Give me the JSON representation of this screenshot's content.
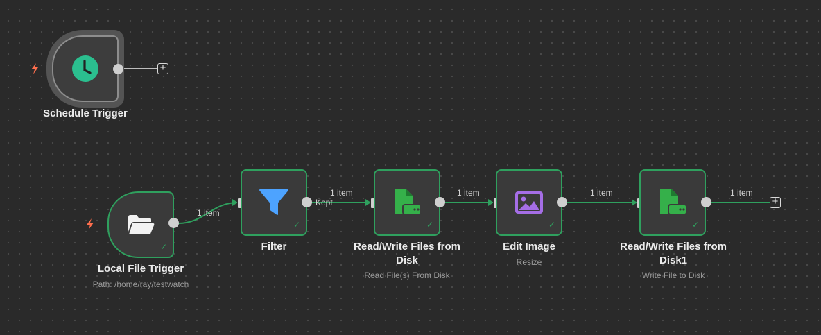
{
  "nodes": {
    "schedule": {
      "title": "Schedule Trigger"
    },
    "local": {
      "title": "Local File Trigger",
      "subtitle": "Path: /home/ray/testwatch"
    },
    "filter": {
      "title": "Filter"
    },
    "read": {
      "title": "Read/Write Files from Disk",
      "subtitle": "Read File(s) From Disk"
    },
    "edit": {
      "title": "Edit Image",
      "subtitle": "Resize"
    },
    "write": {
      "title": "Read/Write Files from Disk1",
      "subtitle": "Write File to Disk"
    }
  },
  "edges": {
    "local_filter": "1 item",
    "filter_read": "1 item",
    "filter_output": "Kept",
    "read_edit": "1 item",
    "edit_write": "1 item",
    "write_end": "1 item"
  },
  "colors": {
    "success": "#2fa05e",
    "trigger_bolt": "#ff6e4d",
    "filter_icon": "#4da3ff",
    "file_icon": "#35b04a",
    "image_icon": "#a56ee6",
    "clock_icon": "#2bbf8f"
  }
}
